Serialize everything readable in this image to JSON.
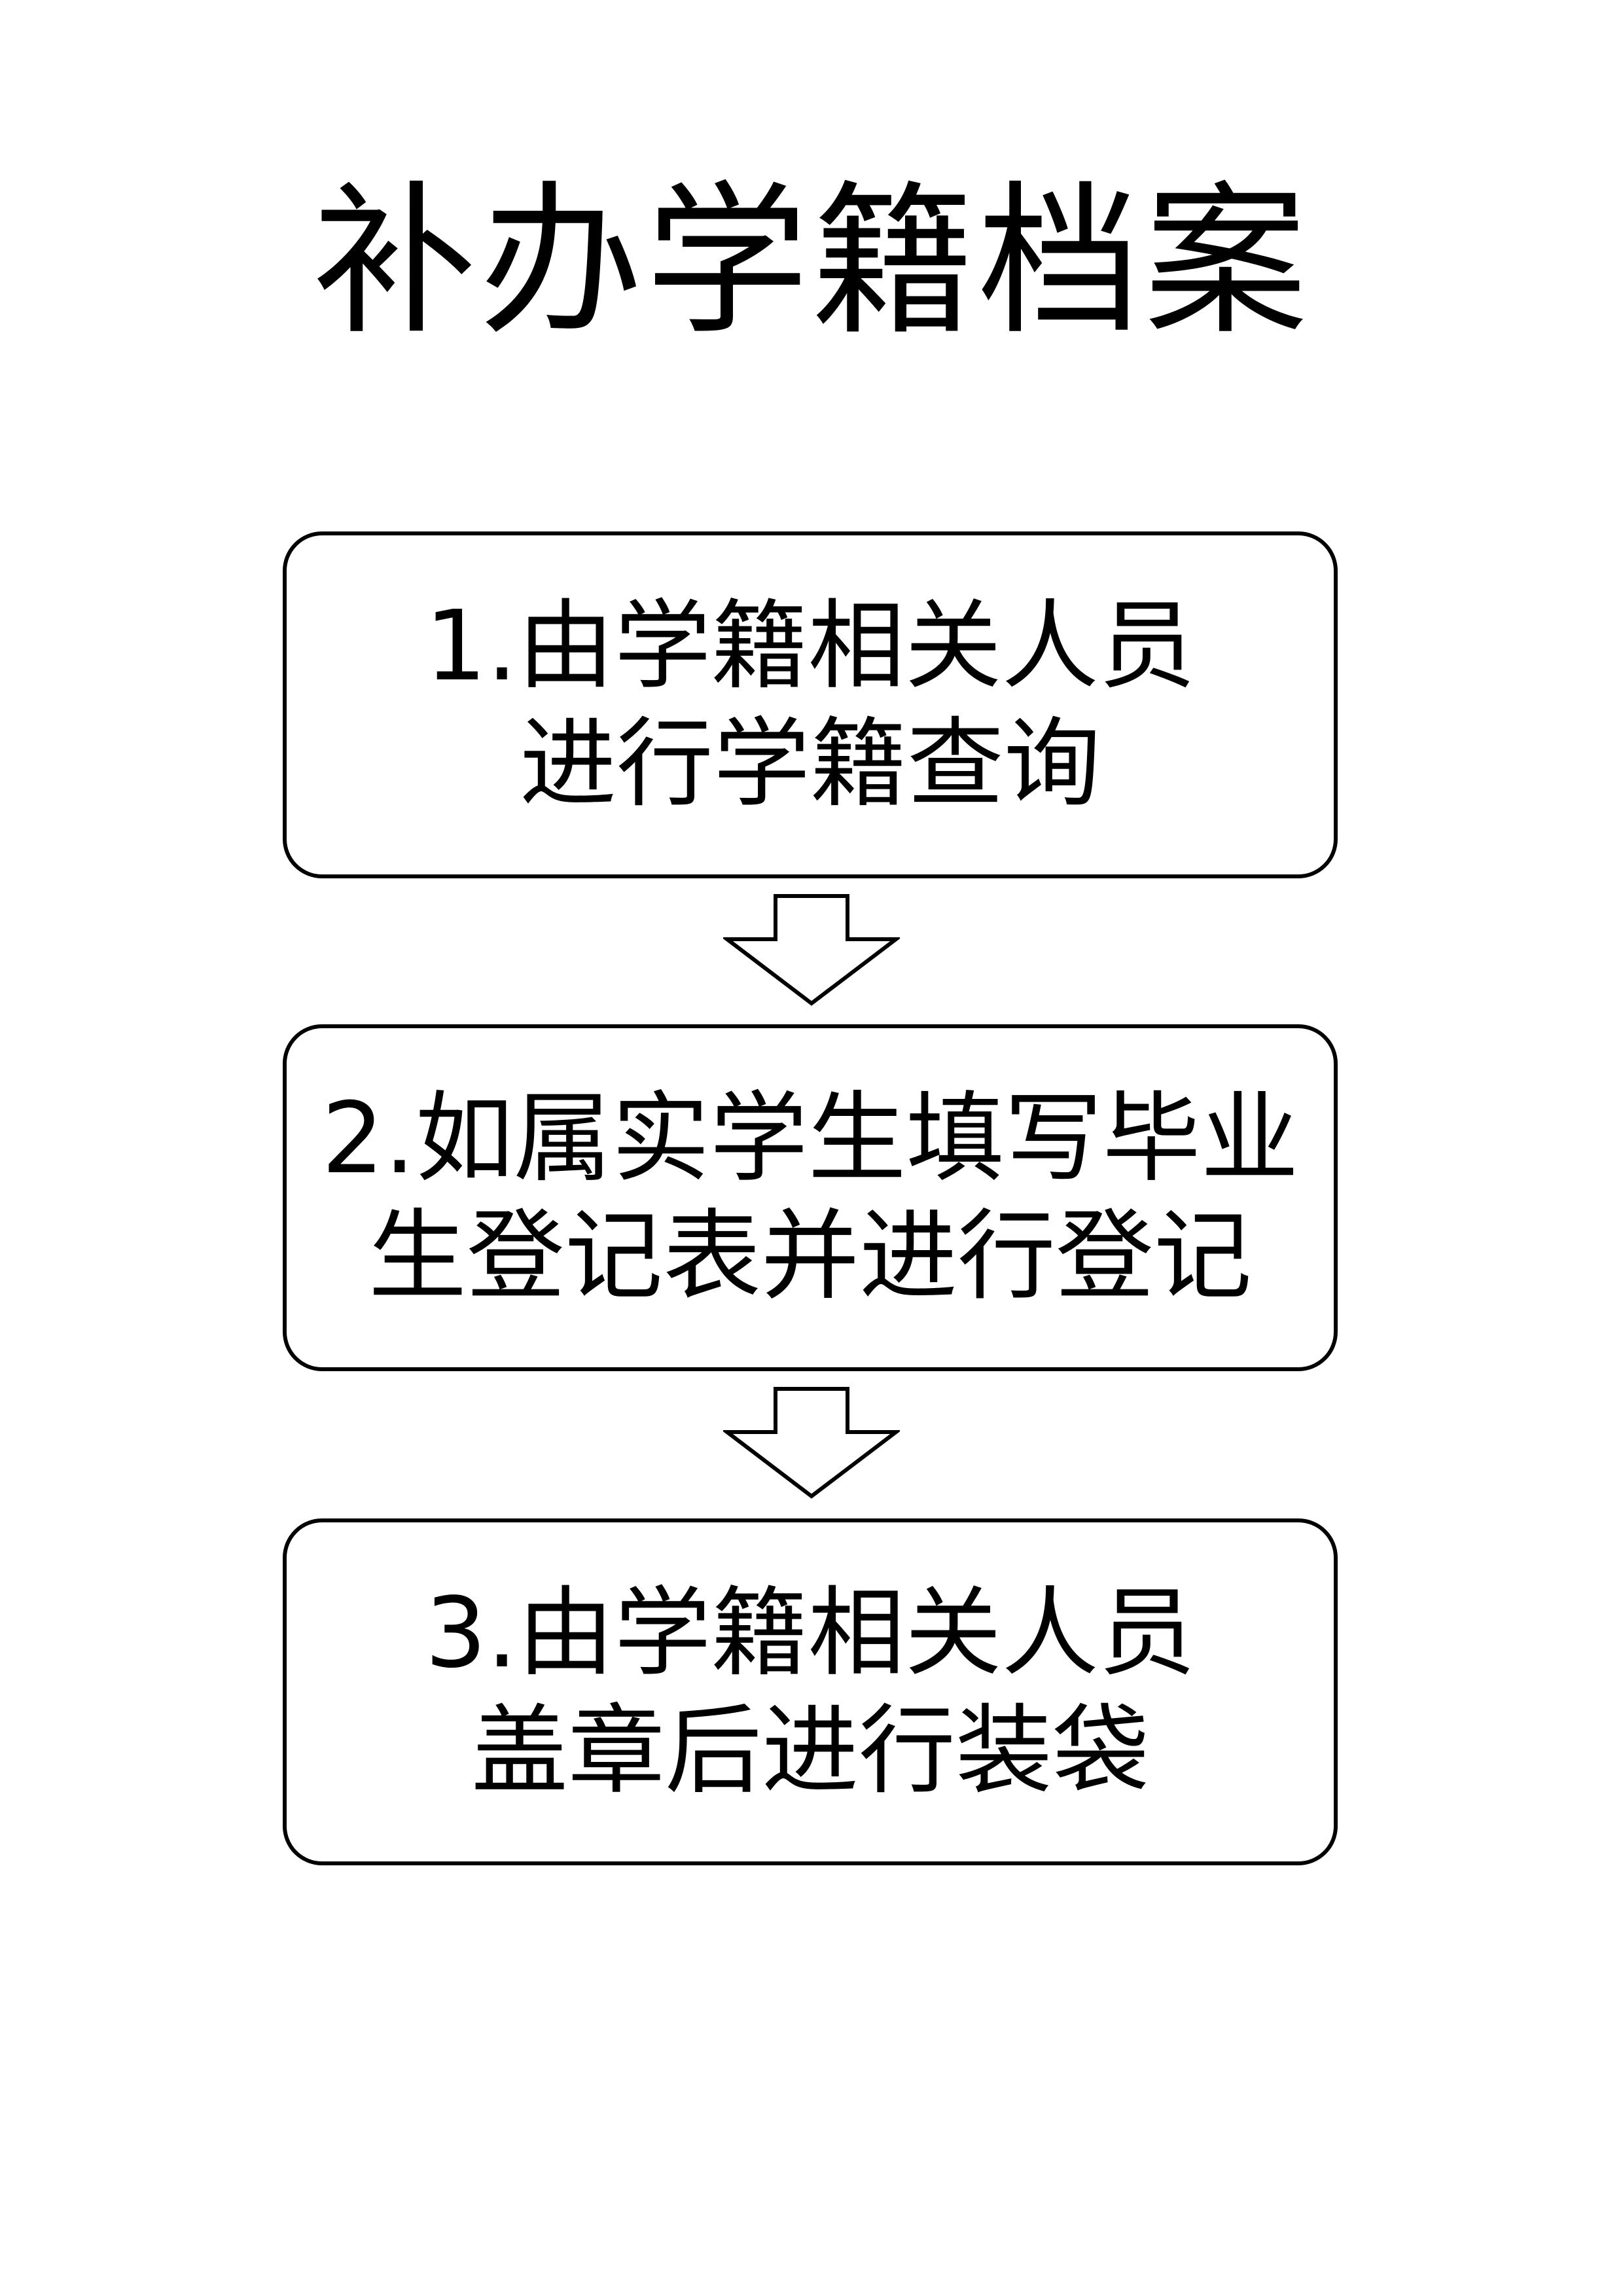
{
  "title": "补办学籍档案",
  "steps": [
    {
      "lines": [
        "1.由学籍相关人员",
        "进行学籍查询"
      ]
    },
    {
      "lines": [
        "2.如属实学生填写毕业",
        "生登记表并进行登记"
      ]
    },
    {
      "lines": [
        "3.由学籍相关人员",
        "盖章后进行装袋"
      ]
    }
  ]
}
